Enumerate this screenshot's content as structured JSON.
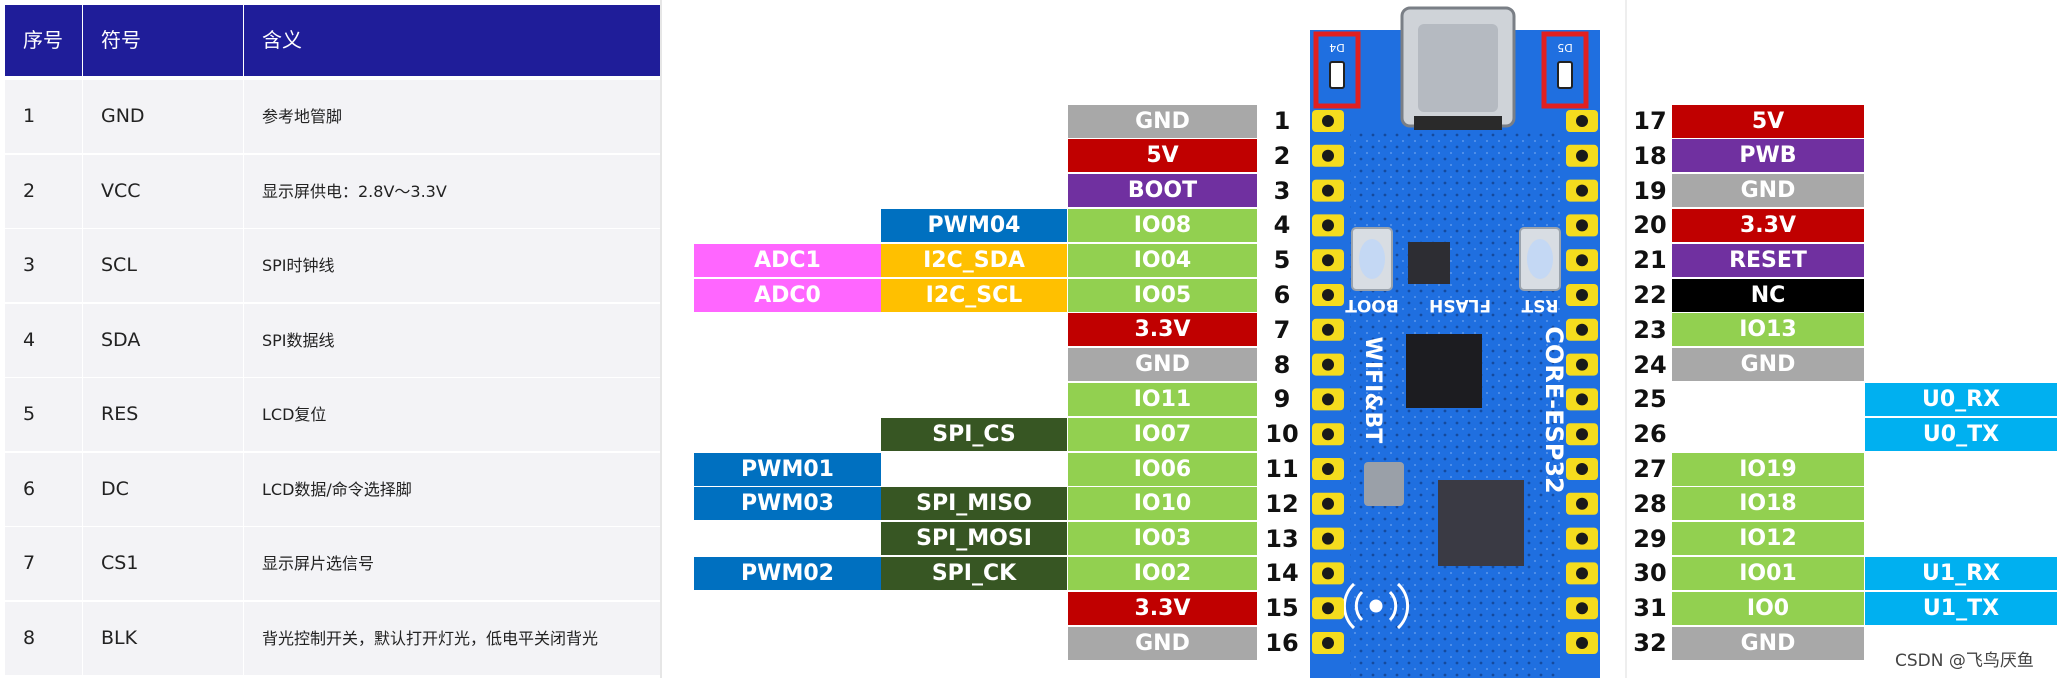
{
  "table": {
    "headers": [
      "序号",
      "符号",
      "含义"
    ],
    "rows": [
      [
        "1",
        "GND",
        "参考地管脚"
      ],
      [
        "2",
        "VCC",
        "显示屏供电：2.8V～3.3V"
      ],
      [
        "3",
        "SCL",
        "SPI时钟线"
      ],
      [
        "4",
        "SDA",
        "SPI数据线"
      ],
      [
        "5",
        "RES",
        "LCD复位"
      ],
      [
        "6",
        "DC",
        "LCD数据/命令选择脚"
      ],
      [
        "7",
        "CS1",
        "显示屏片选信号"
      ],
      [
        "8",
        "BLK",
        "背光控制开关，默认打开灯光，低电平关闭背光"
      ]
    ]
  },
  "board": {
    "silk_boot": "BOOT",
    "silk_flash": "FLASH",
    "silk_rst": "RST",
    "silk_wifi": "WIFI&BT",
    "silk_core": "CORE-ESP32",
    "silk_d4": "D4",
    "silk_d5": "D5",
    "board_color": "#1f6fe0",
    "highlight_color": "#e02020"
  },
  "left_pins": [
    {
      "num": "1",
      "labels": [
        {
          "text": "GND",
          "color": "#a8a8a8"
        }
      ]
    },
    {
      "num": "2",
      "labels": [
        {
          "text": "5V",
          "color": "#c00000"
        }
      ]
    },
    {
      "num": "3",
      "labels": [
        {
          "text": "BOOT",
          "color": "#7030a0"
        }
      ]
    },
    {
      "num": "4",
      "labels": [
        {
          "text": "IO08",
          "color": "#92d050"
        },
        {
          "text": "PWM04",
          "color": "#0070c0"
        }
      ]
    },
    {
      "num": "5",
      "labels": [
        {
          "text": "IO04",
          "color": "#92d050"
        },
        {
          "text": "I2C_SDA",
          "color": "#ffc000"
        },
        {
          "text": "ADC1",
          "color": "#ff66ff"
        }
      ]
    },
    {
      "num": "6",
      "labels": [
        {
          "text": "IO05",
          "color": "#92d050"
        },
        {
          "text": "I2C_SCL",
          "color": "#ffc000"
        },
        {
          "text": "ADC0",
          "color": "#ff66ff"
        }
      ]
    },
    {
      "num": "7",
      "labels": [
        {
          "text": "3.3V",
          "color": "#c00000"
        }
      ]
    },
    {
      "num": "8",
      "labels": [
        {
          "text": "GND",
          "color": "#a8a8a8"
        }
      ]
    },
    {
      "num": "9",
      "labels": [
        {
          "text": "IO11",
          "color": "#92d050"
        }
      ]
    },
    {
      "num": "10",
      "labels": [
        {
          "text": "IO07",
          "color": "#92d050"
        },
        {
          "text": "SPI_CS",
          "color": "#375623"
        }
      ]
    },
    {
      "num": "11",
      "labels": [
        {
          "text": "IO06",
          "color": "#92d050"
        },
        {
          "text": "",
          "color": ""
        },
        {
          "text": "PWM01",
          "color": "#0070c0"
        }
      ]
    },
    {
      "num": "12",
      "labels": [
        {
          "text": "IO10",
          "color": "#92d050"
        },
        {
          "text": "SPI_MISO",
          "color": "#375623"
        },
        {
          "text": "PWM03",
          "color": "#0070c0"
        }
      ]
    },
    {
      "num": "13",
      "labels": [
        {
          "text": "IO03",
          "color": "#92d050"
        },
        {
          "text": "SPI_MOSI",
          "color": "#375623"
        }
      ]
    },
    {
      "num": "14",
      "labels": [
        {
          "text": "IO02",
          "color": "#92d050"
        },
        {
          "text": "SPI_CK",
          "color": "#375623"
        },
        {
          "text": "PWM02",
          "color": "#0070c0"
        }
      ]
    },
    {
      "num": "15",
      "labels": [
        {
          "text": "3.3V",
          "color": "#c00000"
        }
      ]
    },
    {
      "num": "16",
      "labels": [
        {
          "text": "GND",
          "color": "#a8a8a8"
        }
      ]
    }
  ],
  "right_pins": [
    {
      "num": "17",
      "labels": [
        {
          "text": "5V",
          "color": "#c00000"
        }
      ]
    },
    {
      "num": "18",
      "labels": [
        {
          "text": "PWB",
          "color": "#7030a0"
        }
      ]
    },
    {
      "num": "19",
      "labels": [
        {
          "text": "GND",
          "color": "#a8a8a8"
        }
      ]
    },
    {
      "num": "20",
      "labels": [
        {
          "text": "3.3V",
          "color": "#c00000"
        }
      ]
    },
    {
      "num": "21",
      "labels": [
        {
          "text": "RESET",
          "color": "#7030a0"
        }
      ]
    },
    {
      "num": "22",
      "labels": [
        {
          "text": "NC",
          "color": "#000000"
        }
      ]
    },
    {
      "num": "23",
      "labels": [
        {
          "text": "IO13",
          "color": "#92d050"
        }
      ]
    },
    {
      "num": "24",
      "labels": [
        {
          "text": "GND",
          "color": "#a8a8a8"
        }
      ]
    },
    {
      "num": "25",
      "labels": [
        {
          "text": "",
          "color": ""
        },
        {
          "text": "U0_RX",
          "color": "#00b0f0"
        }
      ]
    },
    {
      "num": "26",
      "labels": [
        {
          "text": "",
          "color": ""
        },
        {
          "text": "U0_TX",
          "color": "#00b0f0"
        }
      ]
    },
    {
      "num": "27",
      "labels": [
        {
          "text": "IO19",
          "color": "#92d050"
        }
      ]
    },
    {
      "num": "28",
      "labels": [
        {
          "text": "IO18",
          "color": "#92d050"
        }
      ]
    },
    {
      "num": "29",
      "labels": [
        {
          "text": "IO12",
          "color": "#92d050"
        }
      ]
    },
    {
      "num": "30",
      "labels": [
        {
          "text": "IO01",
          "color": "#92d050"
        },
        {
          "text": "U1_RX",
          "color": "#00b0f0"
        }
      ]
    },
    {
      "num": "31",
      "labels": [
        {
          "text": "IO0",
          "color": "#92d050"
        },
        {
          "text": "U1_TX",
          "color": "#00b0f0"
        }
      ]
    },
    {
      "num": "32",
      "labels": [
        {
          "text": "GND",
          "color": "#a8a8a8"
        }
      ]
    }
  ],
  "watermark": "CSDN @飞鸟厌鱼"
}
